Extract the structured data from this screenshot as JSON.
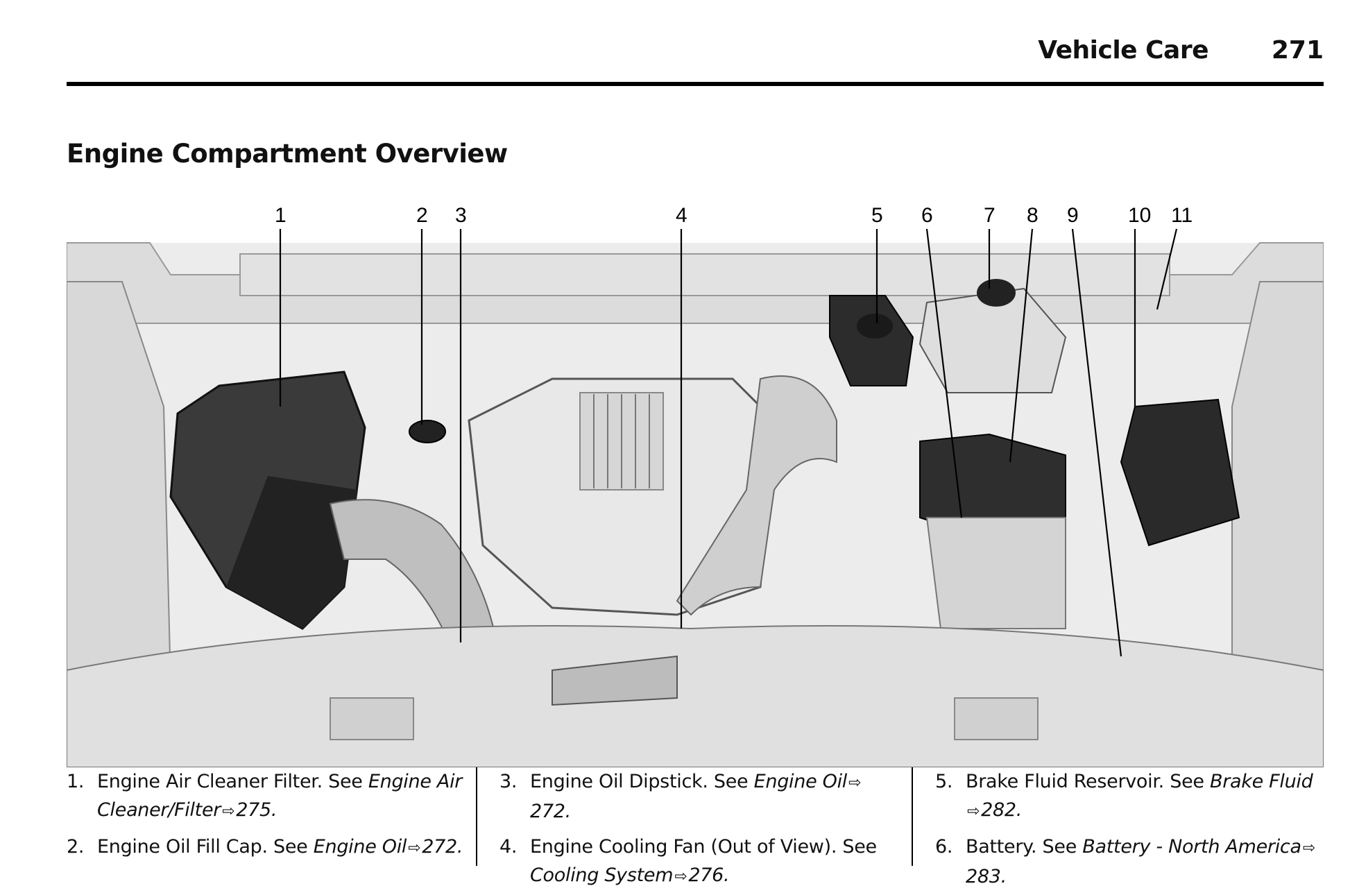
{
  "header": {
    "section": "Vehicle Care",
    "page_number": "271"
  },
  "title": "Engine Compartment Overview",
  "callouts": [
    "1",
    "2",
    "3",
    "4",
    "5",
    "6",
    "7",
    "8",
    "9",
    "10",
    "11"
  ],
  "icons": {
    "reference": "right-arrow-icon",
    "reference_glyph": "⇨"
  },
  "legend": {
    "col1": [
      {
        "num": "1.",
        "text": "Engine Air Cleaner Filter. See ",
        "ref": "Engine Air Cleaner/Filter",
        "page": "275."
      },
      {
        "num": "2.",
        "text": "Engine Oil Fill Cap. See ",
        "ref": "Engine Oil",
        "page": "272."
      }
    ],
    "col2": [
      {
        "num": "3.",
        "text": "Engine Oil Dipstick. See ",
        "ref": "Engine Oil",
        "page": "272."
      },
      {
        "num": "4.",
        "text": "Engine Cooling Fan (Out of View). See ",
        "ref": "Cooling System",
        "page": "276."
      }
    ],
    "col3": [
      {
        "num": "5.",
        "text": "Brake Fluid Reservoir. See ",
        "ref": "Brake Fluid",
        "page": "282."
      },
      {
        "num": "6.",
        "text": "Battery. See ",
        "ref": "Battery - North America",
        "page": "283."
      }
    ]
  }
}
